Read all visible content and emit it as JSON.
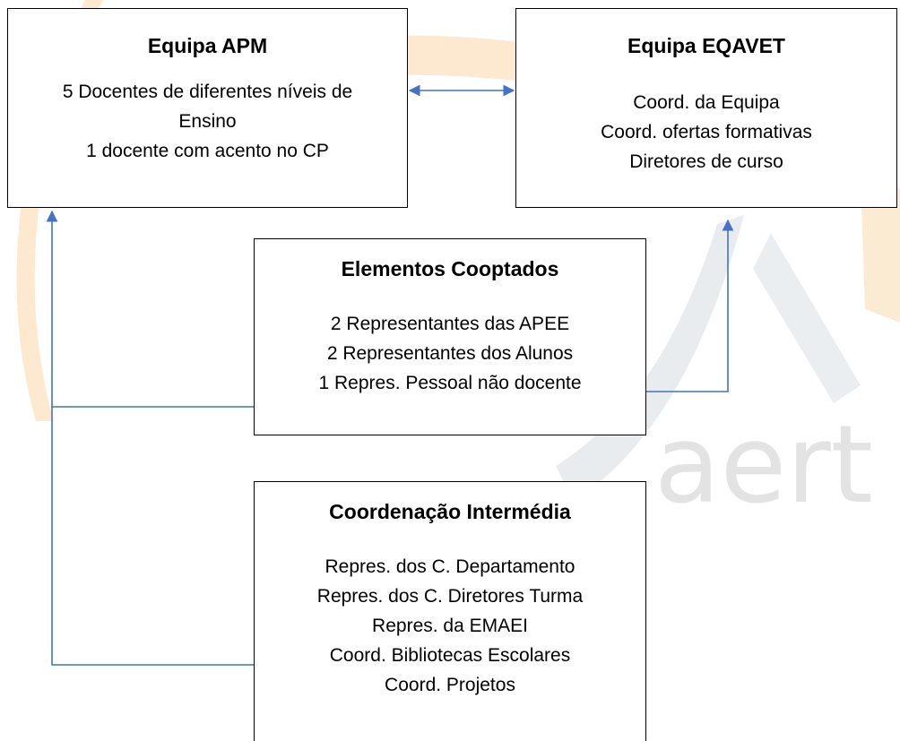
{
  "colors": {
    "connector": "#4472C4",
    "border": "#000000",
    "watermark_orange": "#FCE9CF",
    "watermark_gray": "#E9ECEF",
    "watermark_text": "#E3E3E3"
  },
  "watermark": {
    "text": "aert"
  },
  "boxes": {
    "apm": {
      "title": "Equipa APM",
      "lines": [
        "5 Docentes de diferentes níveis de Ensino",
        "1 docente com acento no CP"
      ]
    },
    "eqavet": {
      "title": "Equipa EQAVET",
      "lines": [
        "Coord. da Equipa",
        "Coord. ofertas formativas",
        "Diretores de curso"
      ]
    },
    "cooptados": {
      "title": "Elementos Cooptados",
      "lines": [
        "2 Representantes das APEE",
        "2 Representantes dos Alunos",
        "1 Repres. Pessoal não docente"
      ]
    },
    "coordenacao": {
      "title": "Coordenação Intermédia",
      "lines": [
        "Repres. dos C. Departamento",
        "Repres. dos C. Diretores Turma",
        "Repres. da EMAEI",
        "Coord. Bibliotecas Escolares",
        "Coord. Projetos"
      ]
    }
  }
}
